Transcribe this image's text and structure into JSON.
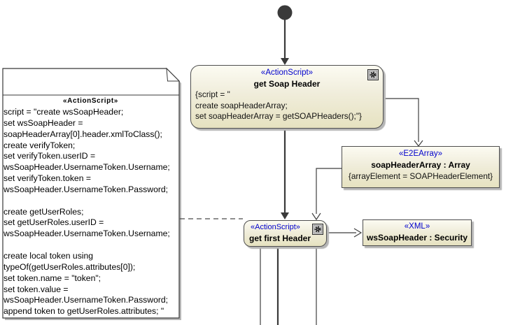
{
  "colors": {
    "stereotype_blue": "#0000cc",
    "node_fill_top": "#fcfbf2",
    "node_fill_bottom": "#e6e2c0",
    "node_border": "#4e4e4e",
    "connector": "#3a3a3a",
    "shadow": "#b5b5b5"
  },
  "note": {
    "stereotype": "«ActionScript»",
    "lines": [
      "script = \"create wsSoapHeader;",
      "set wsSoapHeader =",
      "soapHeaderArray[0].header.xmlToClass();",
      "create verifyToken;",
      "set verifyToken.userID =",
      "wsSoapHeader.UsernameToken.Username;",
      "set verifyToken.token =",
      "wsSoapHeader.UsernameToken.Password;",
      "",
      "create getUserRoles;",
      "set getUserRoles.userID =",
      "wsSoapHeader.UsernameToken.Username;",
      "",
      "create local token using",
      "typeOf(getUserRoles.attributes[0]);",
      "set token.name = \"token\";",
      "set token.value =",
      "wsSoapHeader.UsernameToken.Password;",
      "append token to getUserRoles.attributes; \""
    ]
  },
  "nodes": {
    "getSoapHeader": {
      "stereotype": "«ActionScript»",
      "name": "get Soap Header",
      "body": [
        "{script = \"",
        "create soapHeaderArray;",
        "set soapHeaderArray = getSOAPHeaders();\"}"
      ]
    },
    "soapHeaderArray": {
      "stereotype": "«E2EArray»",
      "name": "soapHeaderArray : Array",
      "constraint": "{arrayElement = SOAPHeaderElement}"
    },
    "getFirstHeader": {
      "stereotype": "«ActionScript»",
      "name": "get first Header"
    },
    "wsSoapHeader": {
      "stereotype": "«XML»",
      "name": "wsSoapHeader : Security"
    }
  }
}
